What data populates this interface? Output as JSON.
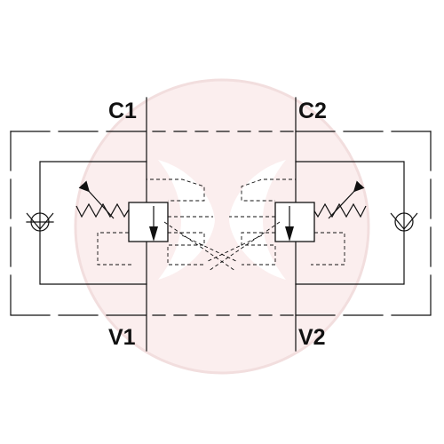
{
  "ports": {
    "c1": "C1",
    "c2": "C2",
    "v1": "V1",
    "v2": "V2"
  },
  "colors": {
    "line": "#111111",
    "watermark": "#f2dede"
  },
  "symbols": {
    "left_check_valve": "check-valve-icon",
    "right_check_valve": "check-valve-icon",
    "left_spring": "adjustable-spring-icon",
    "right_spring": "adjustable-spring-icon",
    "left_valve": "relief-valve-icon",
    "right_valve": "relief-valve-icon"
  }
}
